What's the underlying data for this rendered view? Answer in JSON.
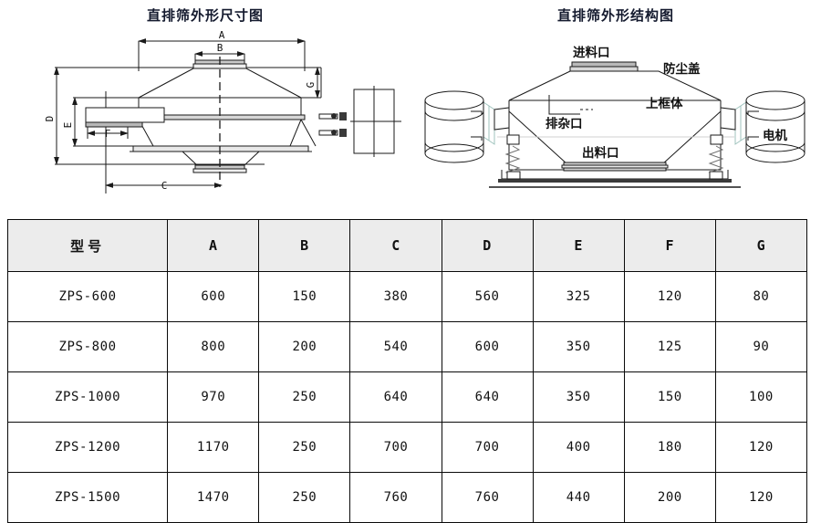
{
  "diagrams": [
    {
      "id": "outline-dimension-drawing",
      "title": "直排筛外形尺寸图",
      "dimension_labels": [
        "A",
        "B",
        "C",
        "D",
        "E",
        "F",
        "G"
      ]
    },
    {
      "id": "structure-drawing",
      "title": "直排筛外形结构图",
      "part_labels": [
        {
          "key": "feed-inlet",
          "text": "进料口"
        },
        {
          "key": "dust-cover",
          "text": "防尘盖"
        },
        {
          "key": "upper-frame",
          "text": "上框体"
        },
        {
          "key": "waste-outlet",
          "text": "排杂口"
        },
        {
          "key": "discharge-outlet",
          "text": "出料口"
        },
        {
          "key": "motor",
          "text": "电机"
        }
      ]
    }
  ],
  "table": {
    "headers": [
      "型号",
      "A",
      "B",
      "C",
      "D",
      "E",
      "F",
      "G"
    ],
    "rows": [
      [
        "ZPS-600",
        "600",
        "150",
        "380",
        "560",
        "325",
        "120",
        "80"
      ],
      [
        "ZPS-800",
        "800",
        "200",
        "540",
        "600",
        "350",
        "125",
        "90"
      ],
      [
        "ZPS-1000",
        "970",
        "250",
        "640",
        "640",
        "350",
        "150",
        "100"
      ],
      [
        "ZPS-1200",
        "1170",
        "250",
        "700",
        "700",
        "400",
        "180",
        "120"
      ],
      [
        "ZPS-1500",
        "1470",
        "250",
        "760",
        "760",
        "440",
        "200",
        "120"
      ]
    ]
  },
  "colors": {
    "title": "#141a2e",
    "line": "#1a1a1a",
    "header_bg": "#ececec",
    "fill_gray": "#bdbdbd",
    "spring": "#8fb3ad"
  }
}
